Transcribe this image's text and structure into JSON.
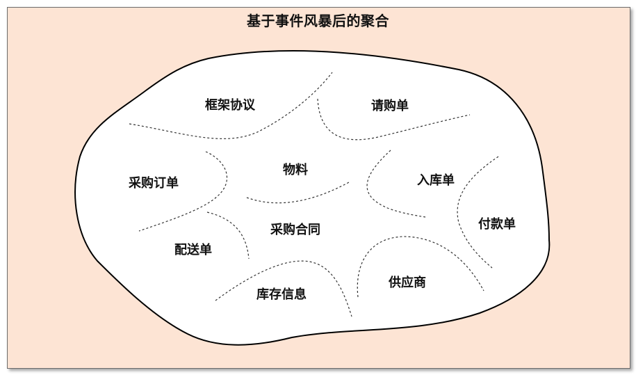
{
  "title": "基于事件风暴后的聚合",
  "colors": {
    "background": "#fde4d4",
    "cloud_fill": "#ffffff",
    "cloud_stroke": "#000000",
    "divider": "#333333"
  },
  "regions": [
    {
      "id": "framework-agreement",
      "label": "框架协议"
    },
    {
      "id": "purchase-request",
      "label": "请购单"
    },
    {
      "id": "purchase-order",
      "label": "采购订单"
    },
    {
      "id": "material",
      "label": "物料"
    },
    {
      "id": "inbound-receipt",
      "label": "入库单"
    },
    {
      "id": "payment-voucher",
      "label": "付款单"
    },
    {
      "id": "purchase-contract",
      "label": "采购合同"
    },
    {
      "id": "delivery-note",
      "label": "配送单"
    },
    {
      "id": "supplier",
      "label": "供应商"
    },
    {
      "id": "inventory-info",
      "label": "库存信息"
    }
  ]
}
